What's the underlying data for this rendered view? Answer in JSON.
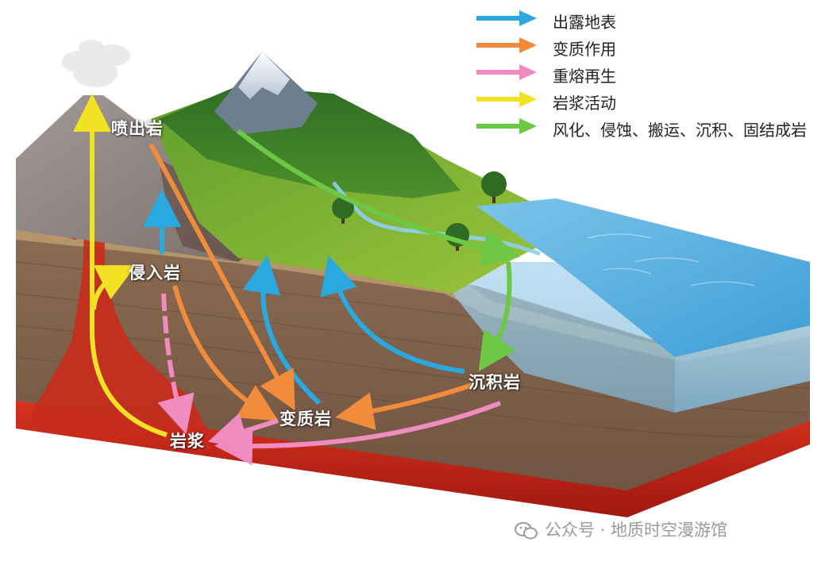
{
  "legend": [
    {
      "label": "出露地表",
      "color": "#2aa8e0"
    },
    {
      "label": "变质作用",
      "color": "#f08c3c"
    },
    {
      "label": "重熔再生",
      "color": "#f08cc0"
    },
    {
      "label": "岩浆活动",
      "color": "#f2e224"
    },
    {
      "label": "风化、侵蚀、搬运、沉积、固结成岩",
      "color": "#6cc845"
    }
  ],
  "labels": {
    "extrusive": "喷出岩",
    "intrusive": "侵入岩",
    "sedimentary": "沉积岩",
    "metamorphic": "变质岩",
    "magma": "岩浆"
  },
  "watermark": "公众号 · 地质时空漫游馆"
}
